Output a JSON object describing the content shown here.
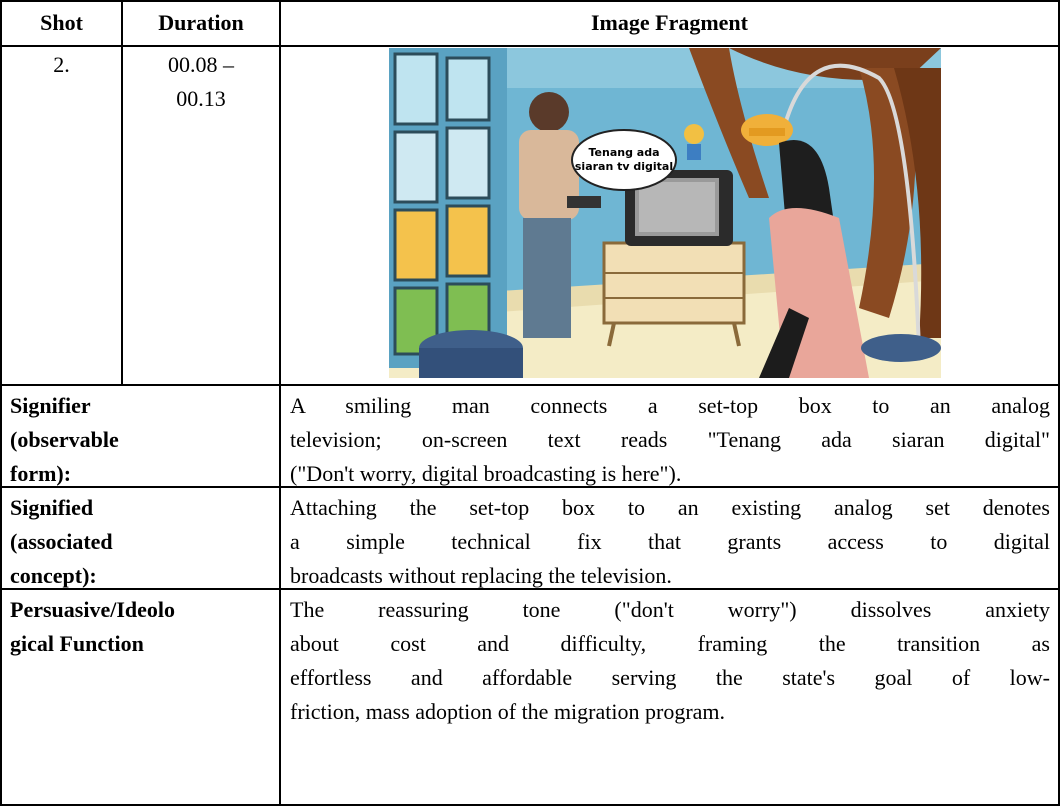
{
  "table": {
    "headers": {
      "shot": "Shot",
      "duration": "Duration",
      "image_fragment": "Image Fragment"
    },
    "row1": {
      "shot": "2.",
      "duration_line1": "00.08 –",
      "duration_line2": "00.13"
    },
    "image": {
      "speech_bubble_line1": "Tenang ada",
      "speech_bubble_line2": "siaran tv digital"
    },
    "signifier": {
      "label_line1": "Signifier",
      "label_line2": "(observable",
      "label_line3": "form):",
      "text_line1": "A smiling man connects a set-top box to an analog",
      "text_line2": "television; on-screen text reads \"Tenang ada siaran digital\"",
      "text_line3": "(\"Don't worry, digital broadcasting is here\")."
    },
    "signified": {
      "label_line1": "Signified",
      "label_line2": "(associated",
      "label_line3": "concept):",
      "text_line1": "Attaching the set-top box to an existing analog set denotes",
      "text_line2": "a simple technical fix that grants access to digital",
      "text_line3": "broadcasts without replacing the television."
    },
    "function": {
      "label_line1": "Persuasive/Ideolo",
      "label_line2": "gical Function",
      "text_line1": "The reassuring tone (\"don't worry\") dissolves anxiety",
      "text_line2": "about cost and difficulty, framing the transition as",
      "text_line3": "effortless and affordable serving the state's goal of low-",
      "text_line4": "friction, mass adoption of the migration program."
    }
  }
}
